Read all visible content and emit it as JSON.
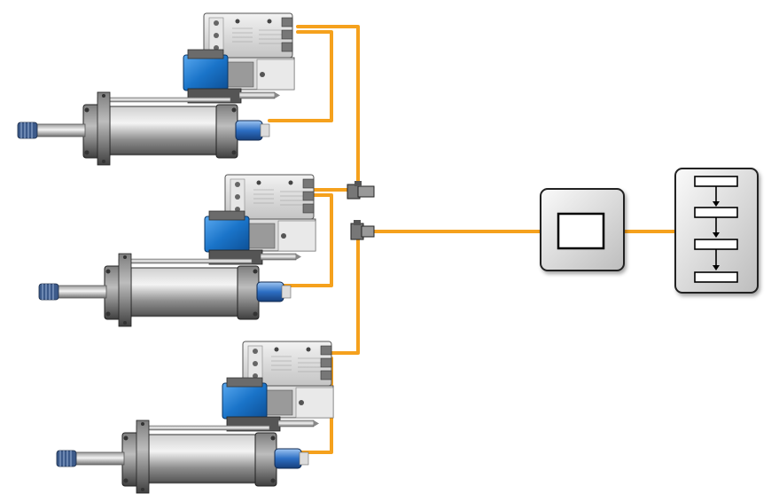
{
  "diagram": {
    "actuators": [
      {
        "id": "actuator-1",
        "valve_label_lines": [
          "· · · · ·",
          "· · · · ·",
          "· · · · ·",
          "· · · · ·"
        ]
      },
      {
        "id": "actuator-2",
        "valve_label_lines": [
          "· · · · ·",
          "· · · · ·",
          "· · · · ·",
          "· · · · ·"
        ]
      },
      {
        "id": "actuator-3",
        "valve_label_lines": [
          "· · · · ·",
          "· · · · ·",
          "· · · · ·",
          "· · · · ·"
        ]
      }
    ],
    "controller_icon": "controller-window-icon",
    "plc_icon": "flowchart-icon",
    "plc_steps": 4,
    "colors": {
      "cable": "#f5a11d",
      "valve_blue": "#1a74c9",
      "cylinder_body": "#8a8a8a",
      "panel_bg": "#e8e8e8",
      "outline": "#222222"
    }
  }
}
